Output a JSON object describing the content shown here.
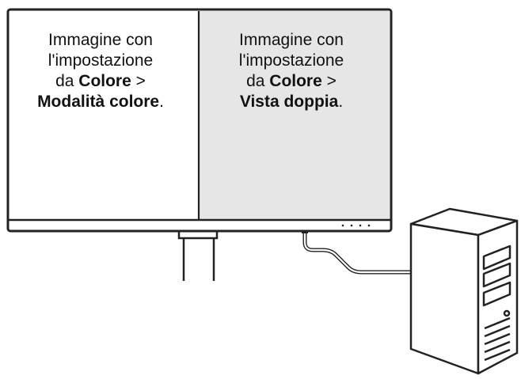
{
  "left_panel": {
    "line1": "Immagine con",
    "line2": "l'impostazione",
    "line3_prefix": "da ",
    "line3_bold": "Colore",
    "line3_suffix": " >",
    "line4_bold": "Modalità colore",
    "line4_suffix": ".",
    "background": "#ffffff"
  },
  "right_panel": {
    "line1": "Immagine con",
    "line2": "l'impostazione",
    "line3_prefix": "da ",
    "line3_bold": "Colore",
    "line3_suffix": " >",
    "line4_bold": "Vista doppia",
    "line4_suffix": ".",
    "background": "#e6e6e6"
  },
  "colors": {
    "outline": "#222222",
    "cable": "#333333"
  }
}
